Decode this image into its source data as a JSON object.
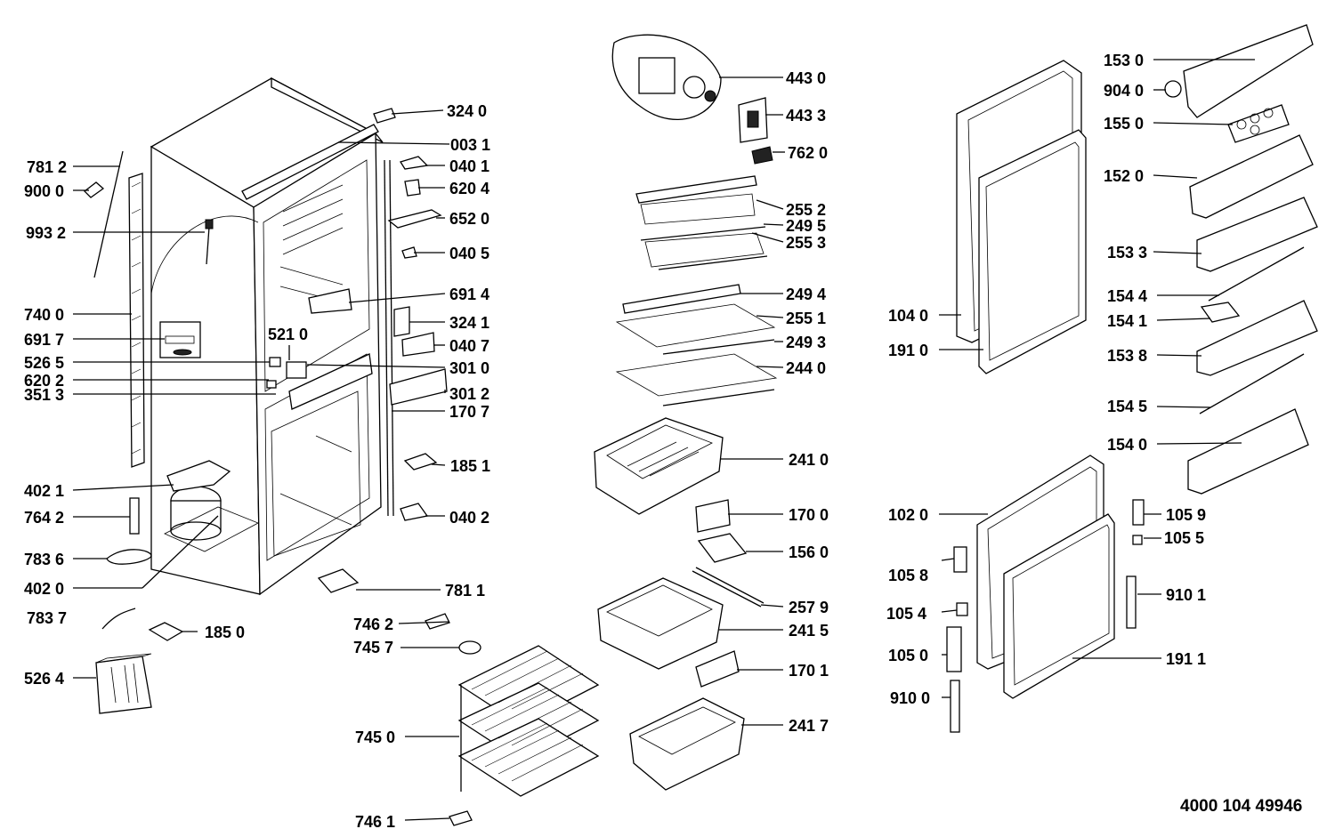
{
  "document_code": "4000 104 49946",
  "labels": {
    "l3240": "324 0",
    "l0031": "003 1",
    "l7812": "781 2",
    "l0401": "040 1",
    "l9000": "900 0",
    "l6204": "620 4",
    "l6520": "652 0",
    "l9932": "993 2",
    "l0405": "040 5",
    "l6914": "691 4",
    "l7400": "740 0",
    "l3241": "324 1",
    "l6917": "691 7",
    "l5210": "521 0",
    "l0407": "040 7",
    "l5265": "526 5",
    "l3010": "301 0",
    "l6202": "620 2",
    "l3513": "351 3",
    "l3012": "301 2",
    "l1707": "170 7",
    "l1851": "185 1",
    "l4021": "402 1",
    "l7642": "764 2",
    "l0402": "040 2",
    "l7836": "783 6",
    "l4020": "402 0",
    "l7811": "781 1",
    "l7837": "783 7",
    "l1850": "185 0",
    "l5264": "526 4",
    "l4430": "443 0",
    "l4433": "443 3",
    "l7620": "762 0",
    "l2552": "255 2",
    "l2495": "249 5",
    "l2553": "255 3",
    "l2494": "249 4",
    "l2551": "255 1",
    "l2493": "249 3",
    "l2440": "244 0",
    "l2410": "241 0",
    "l1700": "170 0",
    "l1560": "156 0",
    "l2579": "257 9",
    "l2415": "241 5",
    "l1701": "170 1",
    "l2417": "241 7",
    "l7462": "746 2",
    "l7457": "745 7",
    "l7450": "745 0",
    "l7461": "746 1",
    "l1530": "153 0",
    "l9040": "904 0",
    "l1550": "155 0",
    "l1520": "152 0",
    "l1533": "153 3",
    "l1544": "154 4",
    "l1541": "154 1",
    "l1538": "153 8",
    "l1545": "154 5",
    "l1540": "154 0",
    "l1040": "104 0",
    "l1910": "191 0",
    "l1020": "102 0",
    "l1059": "105 9",
    "l1055": "105 5",
    "l1058": "105 8",
    "l9101": "910 1",
    "l1054": "105 4",
    "l1050": "105 0",
    "l1911": "191 1",
    "l9100": "910 0"
  }
}
